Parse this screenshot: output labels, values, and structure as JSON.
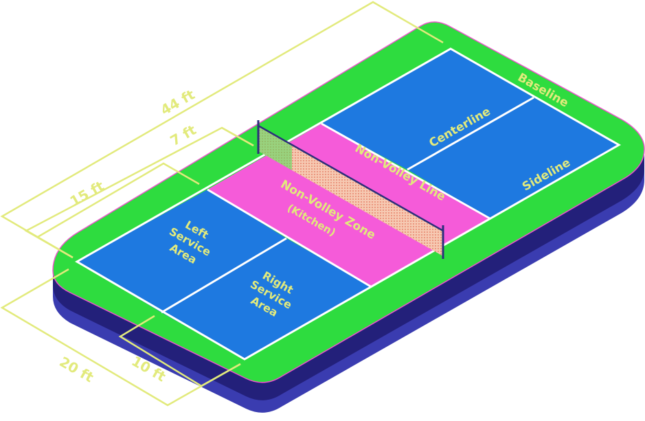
{
  "colors": {
    "surround": "#2edc3f",
    "surround_edge": "#ee55cc",
    "court": "#1e79e0",
    "kitchen": "#f55bd9",
    "court_line": "#ffffff",
    "base_top": "#23207a",
    "base_bottom": "#3a3cb0",
    "label": "#e2ea7c",
    "dimension_line": "#e2ea7c",
    "net_mesh": "#f3b49a",
    "net_post": "#2b2f7a"
  },
  "labels": {
    "baseline": "Baseline",
    "centerline": "Centerline",
    "sideline": "Sideline",
    "non_volley_line": "Non-Volley Line",
    "nvz_line1": "Non-Volley Zone",
    "nvz_line2": "(Kitchen)",
    "left_line1": "Left",
    "left_line2": "Service",
    "left_line3": "Area",
    "right_line1": "Right",
    "right_line2": "Service",
    "right_line3": "Area"
  },
  "dimensions": {
    "length": "44 ft",
    "kitchen_depth": "7 ft",
    "service_depth": "15 ft",
    "width": "20 ft",
    "service_width": "10 ft"
  }
}
